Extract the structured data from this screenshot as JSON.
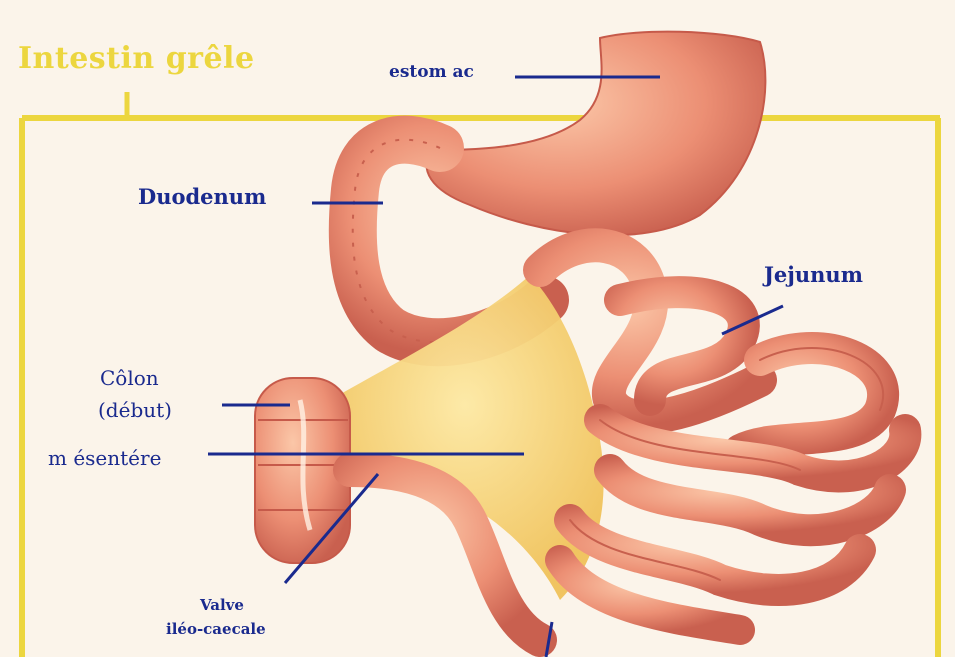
{
  "title": "Intestin grêle",
  "labels": {
    "estomac": "estom ac",
    "duodenum": "Duodenum",
    "jejunum": "Jejunum",
    "colon_line1": "Côlon",
    "colon_line2": "(début)",
    "mesentere": "m ésentére",
    "valve_line1": "Valve",
    "valve_line2": "iléo-caecale"
  },
  "colors": {
    "title": "#ecd63f",
    "frame": "#ecd63f",
    "label_text": "#1a2a8e",
    "leader_line": "#1a2a8e",
    "intestine": "#e88a72",
    "mesentery": "#f6cf6a",
    "background": "#fbf4ea"
  }
}
